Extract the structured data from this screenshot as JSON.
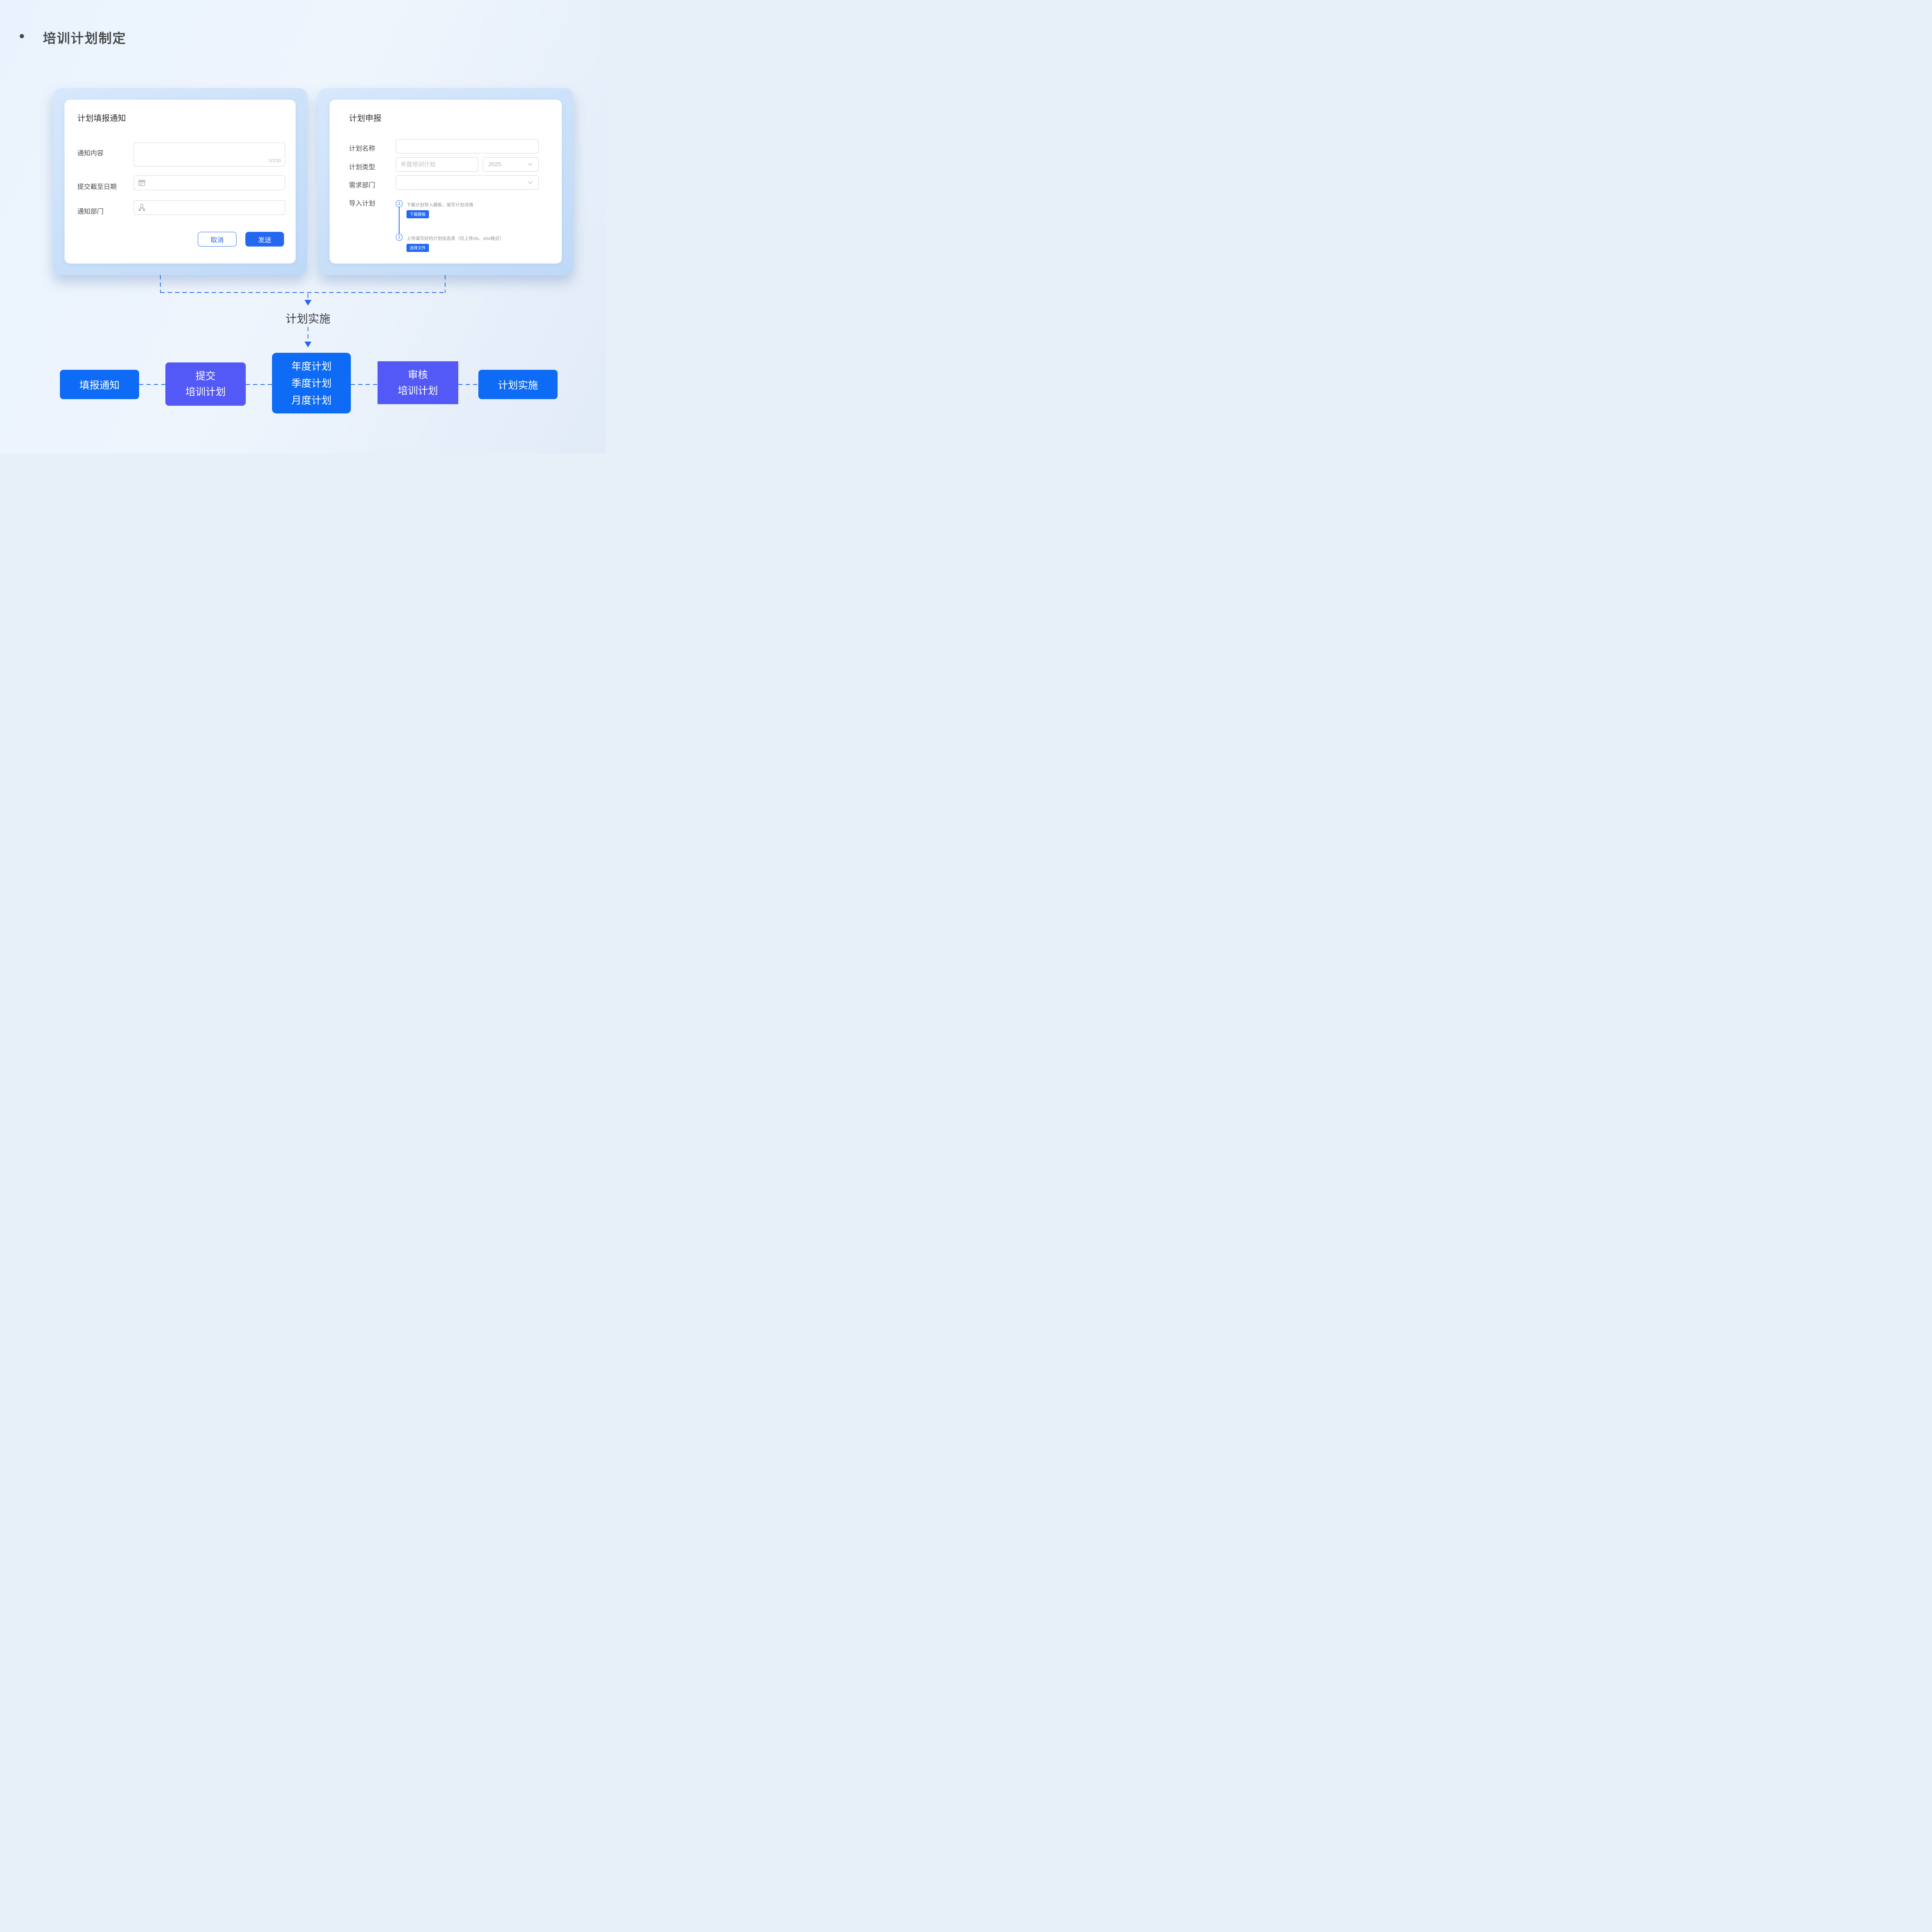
{
  "page": {
    "title": "培训计划制定"
  },
  "notice_card": {
    "title": "计划填报通知",
    "content_label": "通知内容",
    "char_counter": "0/200",
    "deadline_label": "提交截至日期",
    "dept_label": "通知部门",
    "cancel_label": "取消",
    "send_label": "发送"
  },
  "apply_card": {
    "title": "计划申报",
    "name_label": "计划名称",
    "type_label": "计划类型",
    "type_placeholder": "年度培训计划",
    "year_value": "2025",
    "dept_label": "需求部门",
    "import_label": "导入计划",
    "steps": [
      {
        "num": "1",
        "text": "下载计划导入模板，填写计划详情",
        "button_label": "下载模板"
      },
      {
        "num": "2",
        "text": "上传填写好的计划信息表（仅上传xls、xlsx格式）",
        "button_label": "选择文件"
      }
    ]
  },
  "flow": {
    "mid_label": "计划实施",
    "boxes": [
      {
        "lines": [
          "填报通知"
        ]
      },
      {
        "lines": [
          "提交",
          "培训计划"
        ]
      },
      {
        "lines": [
          "年度计划",
          "季度计划",
          "月度计划"
        ]
      },
      {
        "lines": [
          "审核",
          "培训计划"
        ]
      },
      {
        "lines": [
          "计划实施"
        ]
      }
    ]
  },
  "colors": {
    "accent": "#2468F2",
    "flow-blue": "#0E6BF5",
    "flow-purple": "#5359F6",
    "dash-blue": "#2A6AF2",
    "title-text": "#4A4A4A",
    "label-text": "#494E53",
    "placeholder": "#B9BDC4"
  }
}
